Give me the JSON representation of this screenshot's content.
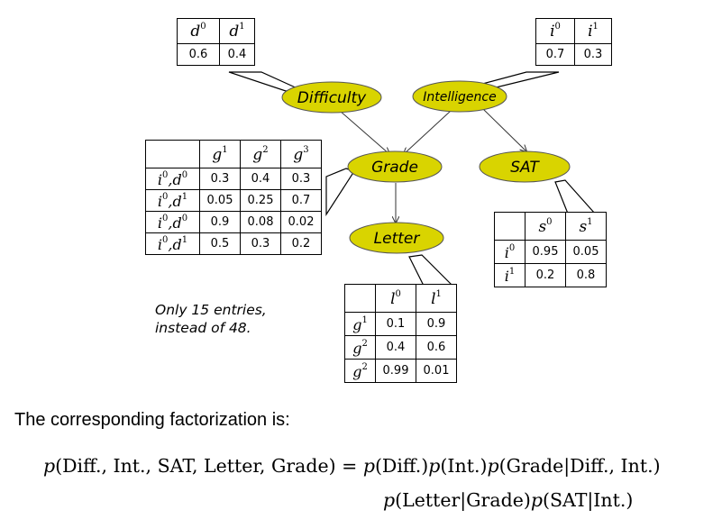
{
  "nodes": {
    "difficulty": "Difficulty",
    "intelligence": "Intelligence",
    "grade": "Grade",
    "sat": "SAT",
    "letter": "Letter"
  },
  "cpt_difficulty": {
    "header": [
      [
        "d",
        "0"
      ],
      [
        "d",
        "1"
      ]
    ],
    "values": [
      "0.6",
      "0.4"
    ]
  },
  "cpt_intelligence": {
    "header": [
      [
        "i",
        "0"
      ],
      [
        "i",
        "1"
      ]
    ],
    "values": [
      "0.7",
      "0.3"
    ]
  },
  "cpt_grade": {
    "header": [
      [
        "g",
        "1"
      ],
      [
        "g",
        "2"
      ],
      [
        "g",
        "3"
      ]
    ],
    "rows": [
      {
        "cond": [
          [
            "i",
            "0"
          ],
          [
            "d",
            "0"
          ]
        ],
        "values": [
          "0.3",
          "0.4",
          "0.3"
        ]
      },
      {
        "cond": [
          [
            "i",
            "0"
          ],
          [
            "d",
            "1"
          ]
        ],
        "values": [
          "0.05",
          "0.25",
          "0.7"
        ]
      },
      {
        "cond": [
          [
            "i",
            "0"
          ],
          [
            "d",
            "0"
          ]
        ],
        "values": [
          "0.9",
          "0.08",
          "0.02"
        ]
      },
      {
        "cond": [
          [
            "i",
            "0"
          ],
          [
            "d",
            "1"
          ]
        ],
        "values": [
          "0.5",
          "0.3",
          "0.2"
        ]
      }
    ]
  },
  "cpt_sat": {
    "header": [
      [
        "s",
        "0"
      ],
      [
        "s",
        "1"
      ]
    ],
    "rows": [
      {
        "cond": [
          [
            "i",
            "0"
          ]
        ],
        "values": [
          "0.95",
          "0.05"
        ]
      },
      {
        "cond": [
          [
            "i",
            "1"
          ]
        ],
        "values": [
          "0.2",
          "0.8"
        ]
      }
    ]
  },
  "cpt_letter": {
    "header": [
      [
        "l",
        "0"
      ],
      [
        "l",
        "1"
      ]
    ],
    "rows": [
      {
        "cond": [
          [
            "g",
            "1"
          ]
        ],
        "values": [
          "0.1",
          "0.9"
        ]
      },
      {
        "cond": [
          [
            "g",
            "2"
          ]
        ],
        "values": [
          "0.4",
          "0.6"
        ]
      },
      {
        "cond": [
          [
            "g",
            "2"
          ]
        ],
        "values": [
          "0.99",
          "0.01"
        ]
      }
    ]
  },
  "note": {
    "line1": "Only 15 entries,",
    "line2": "instead of 48."
  },
  "factorization": {
    "intro": "The corresponding factorization is:",
    "line1_lhs": "(Diff., Int., SAT, Letter, Grade) = ",
    "line1_terms": [
      "(Diff.)",
      "(Int.)",
      "(Grade|Diff., Int.)"
    ],
    "line2_terms": [
      "(Letter|Grade)",
      "(SAT|Int.)"
    ],
    "p_symbol": "p"
  }
}
